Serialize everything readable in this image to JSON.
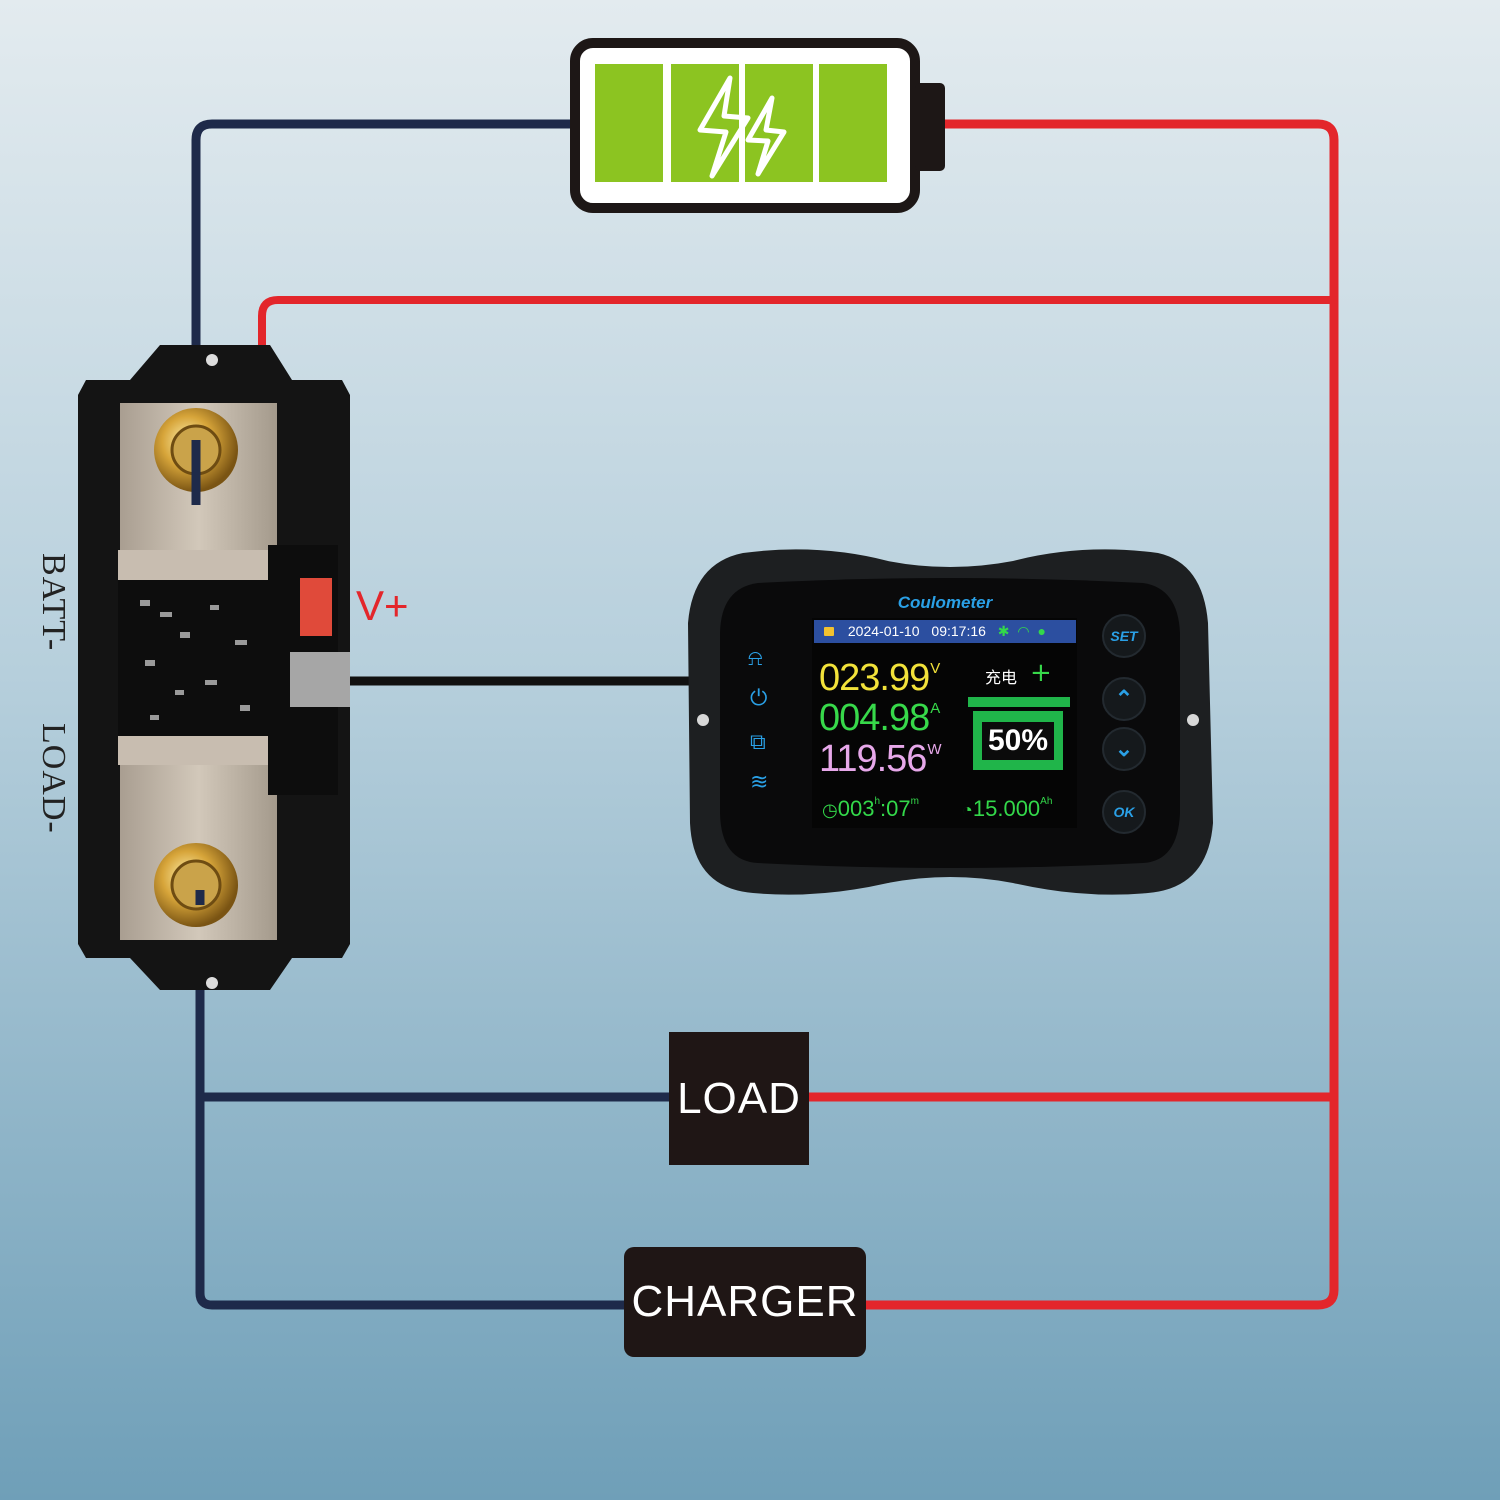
{
  "labels": {
    "batt_neg": "BATT-",
    "load_neg": "LOAD-",
    "v_plus": "V+",
    "load": "LOAD",
    "charger": "CHARGER"
  },
  "meter": {
    "title": "Coulometer",
    "date": "2024-01-10",
    "time": "09:17:16",
    "voltage": "023.99",
    "voltage_unit": "V",
    "current": "004.98",
    "current_unit": "A",
    "power": "119.56",
    "power_unit": "W",
    "status": "充电",
    "soc": "50%",
    "runtime_hours": "003",
    "runtime_hours_unit": "h",
    "runtime_minutes": ":07",
    "runtime_minutes_unit": "m",
    "capacity": "15.000",
    "capacity_unit": "Ah",
    "buttons": {
      "set": "SET",
      "ok": "OK"
    }
  },
  "colors": {
    "positive_wire": "#e3262b",
    "negative_wire": "#1e2a4a",
    "battery_fill": "#8cc421",
    "voltage_text": "#f2e23a",
    "current_text": "#37d94a",
    "power_text": "#e7a8ea",
    "accent": "#2aa0e6"
  },
  "icons": [
    "battery-icon",
    "lightning-icon",
    "lock-icon",
    "bluetooth-icon",
    "wifi-icon",
    "alarm-icon",
    "charge-cycle-icon",
    "link-icon",
    "clock-icon",
    "up-arrow-icon",
    "down-arrow-icon"
  ]
}
